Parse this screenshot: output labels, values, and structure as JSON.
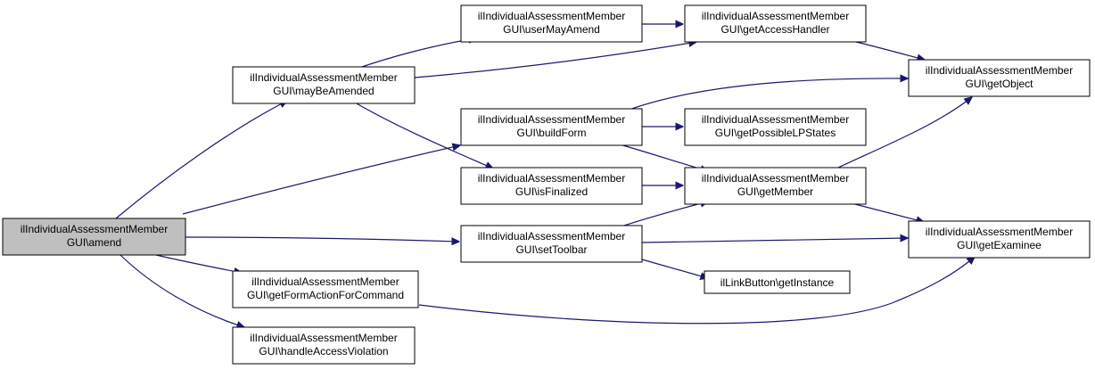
{
  "graph": {
    "nodes": [
      {
        "id": "amend",
        "line1": "ilIndividualAssessmentMember",
        "line2": "GUI\\amend",
        "root": true
      },
      {
        "id": "mayBeAmended",
        "line1": "ilIndividualAssessmentMember",
        "line2": "GUI\\mayBeAmended"
      },
      {
        "id": "getFormActionForCommand",
        "line1": "ilIndividualAssessmentMember",
        "line2": "GUI\\getFormActionForCommand"
      },
      {
        "id": "handleAccessViolation",
        "line1": "ilIndividualAssessmentMember",
        "line2": "GUI\\handleAccessViolation"
      },
      {
        "id": "userMayAmend",
        "line1": "ilIndividualAssessmentMember",
        "line2": "GUI\\userMayAmend"
      },
      {
        "id": "buildForm",
        "line1": "ilIndividualAssessmentMember",
        "line2": "GUI\\buildForm"
      },
      {
        "id": "isFinalized",
        "line1": "ilIndividualAssessmentMember",
        "line2": "GUI\\isFinalized"
      },
      {
        "id": "setToolbar",
        "line1": "ilIndividualAssessmentMember",
        "line2": "GUI\\setToolbar"
      },
      {
        "id": "getAccessHandler",
        "line1": "ilIndividualAssessmentMember",
        "line2": "GUI\\getAccessHandler"
      },
      {
        "id": "getPossibleLPStates",
        "line1": "ilIndividualAssessmentMember",
        "line2": "GUI\\getPossibleLPStates"
      },
      {
        "id": "getMember",
        "line1": "ilIndividualAssessmentMember",
        "line2": "GUI\\getMember"
      },
      {
        "id": "getInstance",
        "line1": "ilLinkButton\\getInstance",
        "line2": ""
      },
      {
        "id": "getObject",
        "line1": "ilIndividualAssessmentMember",
        "line2": "GUI\\getObject"
      },
      {
        "id": "getExaminee",
        "line1": "ilIndividualAssessmentMember",
        "line2": "GUI\\getExaminee"
      }
    ],
    "edges": [
      {
        "from": "amend",
        "to": "mayBeAmended"
      },
      {
        "from": "amend",
        "to": "buildForm"
      },
      {
        "from": "amend",
        "to": "setToolbar"
      },
      {
        "from": "amend",
        "to": "getFormActionForCommand"
      },
      {
        "from": "amend",
        "to": "handleAccessViolation"
      },
      {
        "from": "mayBeAmended",
        "to": "userMayAmend"
      },
      {
        "from": "mayBeAmended",
        "to": "getAccessHandler"
      },
      {
        "from": "mayBeAmended",
        "to": "isFinalized"
      },
      {
        "from": "userMayAmend",
        "to": "getAccessHandler"
      },
      {
        "from": "getAccessHandler",
        "to": "getObject"
      },
      {
        "from": "buildForm",
        "to": "getObject"
      },
      {
        "from": "buildForm",
        "to": "getPossibleLPStates"
      },
      {
        "from": "buildForm",
        "to": "getMember"
      },
      {
        "from": "isFinalized",
        "to": "getMember"
      },
      {
        "from": "getMember",
        "to": "getObject"
      },
      {
        "from": "getMember",
        "to": "getExaminee"
      },
      {
        "from": "setToolbar",
        "to": "getMember"
      },
      {
        "from": "setToolbar",
        "to": "getExaminee"
      },
      {
        "from": "setToolbar",
        "to": "getInstance"
      },
      {
        "from": "getFormActionForCommand",
        "to": "getExaminee"
      }
    ]
  }
}
